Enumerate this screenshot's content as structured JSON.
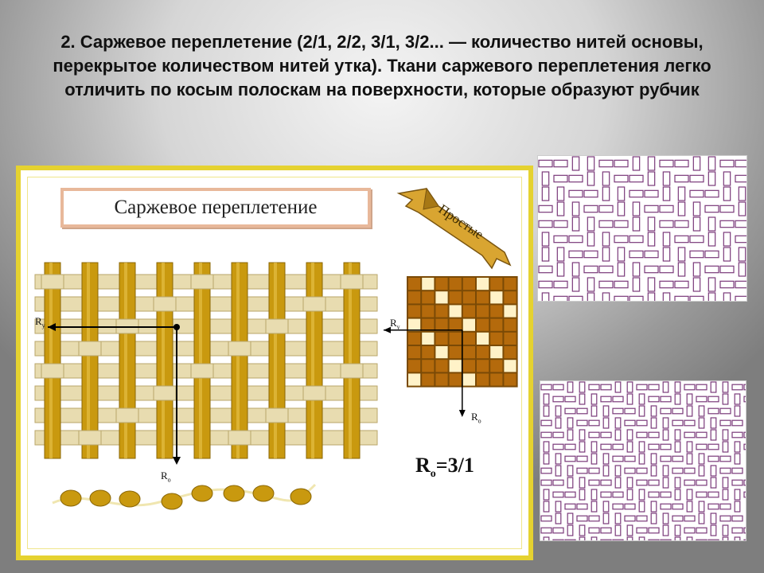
{
  "title": "2. Саржевое переплетение (2/1, 2/2, 3/1, 3/2... — количество нитей основы, перекрытое количеством нитей утка). Ткани саржевого переплетения легко отличить по косым полоскам на поверхности, которые образуют рубчик",
  "panel": {
    "heading": "Саржевое переплетение",
    "ribbon_text": "Простые",
    "formula": "R",
    "formula_sub": "o",
    "formula_rest": "=3/1",
    "labels": {
      "rx_left": "R",
      "rx_left_sub": "y",
      "ry_bottom": "R",
      "ry_bottom_sub": "o",
      "rx_grid": "R",
      "rx_grid_sub": "y",
      "ro_grid": "R",
      "ro_grid_sub": "o"
    }
  },
  "colors": {
    "frame": "#e5d230",
    "warp": "#c9990f",
    "weft": "#e8dcb0",
    "grid_brown": "#b46a0c",
    "grid_light": "#fff2c8",
    "photo_thread": "#7a3a7a"
  }
}
